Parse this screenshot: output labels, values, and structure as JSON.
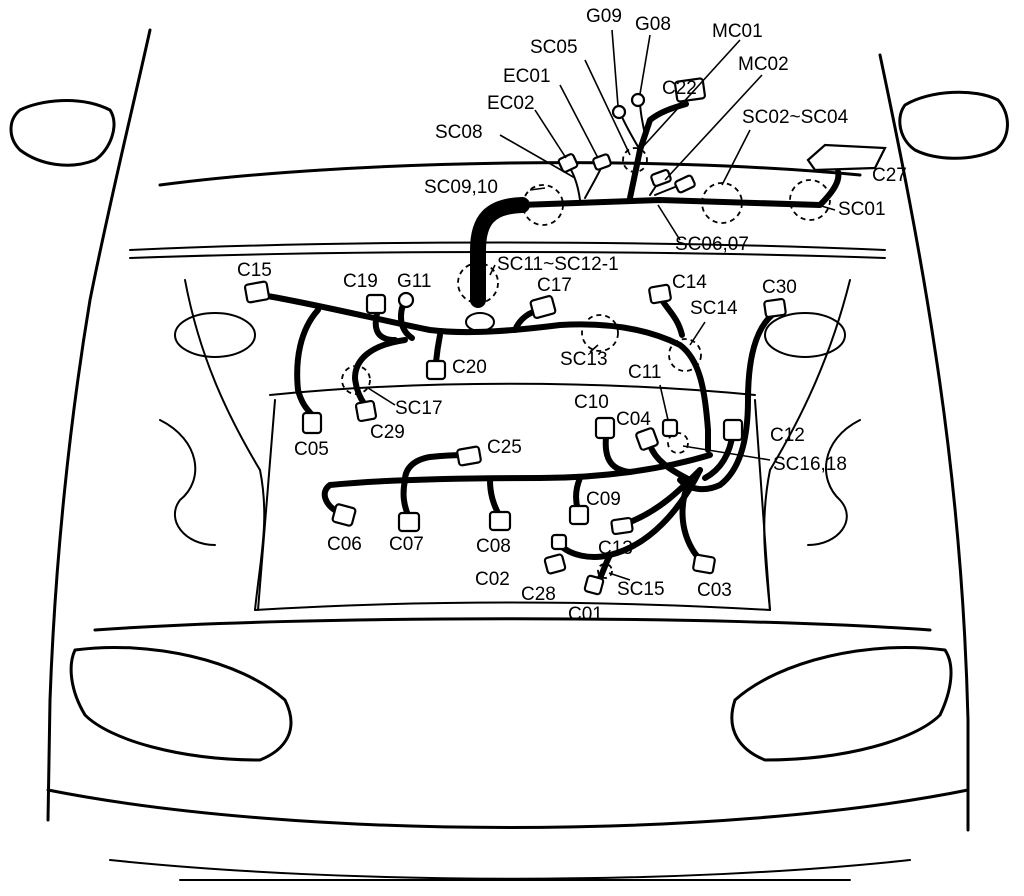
{
  "labels": {
    "g09": "G09",
    "g08": "G08",
    "mc01": "MC01",
    "sc05": "SC05",
    "mc02": "MC02",
    "ec01": "EC01",
    "c22": "C22",
    "ec02": "EC02",
    "sc02_sc04": "SC02~SC04",
    "sc08": "SC08",
    "c27": "C27",
    "sc09_10": "SC09,10",
    "sc01": "SC01",
    "sc06_07": "SC06,07",
    "sc11_sc12_1": "SC11~SC12-1",
    "c15": "C15",
    "c19": "C19",
    "g11": "G11",
    "c17": "C17",
    "c14": "C14",
    "c30": "C30",
    "sc14": "SC14",
    "c20": "C20",
    "sc13": "SC13",
    "c11": "C11",
    "sc17": "SC17",
    "c10": "C10",
    "c04": "C04",
    "c12": "C12",
    "c05": "C05",
    "c29": "C29",
    "c25": "C25",
    "sc16_18": "SC16,18",
    "c09": "C09",
    "c06": "C06",
    "c07": "C07",
    "c08": "C08",
    "c13": "C13",
    "c02": "C02",
    "c28": "C28",
    "sc15": "SC15",
    "c03": "C03",
    "c01": "C01"
  }
}
